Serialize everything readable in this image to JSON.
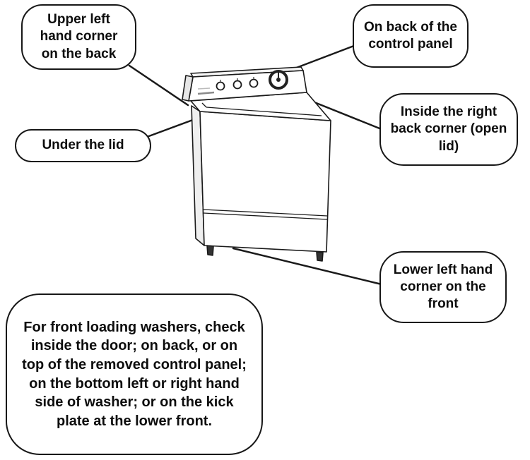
{
  "callouts": {
    "upper_back": "Upper left hand corner on the back",
    "control_panel_back": "On back of the control panel",
    "under_lid": "Under the lid",
    "inside_right_back": "Inside the right back corner (open lid)",
    "lower_front": "Lower left hand corner on the front",
    "front_loader_note": "For front loading washers, check inside the door; on back, or on top of the removed control panel; on the bottom left or right hand side of washer; or on the kick plate at the lower front."
  },
  "illustration": {
    "subject": "top-load-washer",
    "outline_color": "#1a1a1a",
    "body_color": "#ffffff",
    "shade_color": "#efefef"
  }
}
